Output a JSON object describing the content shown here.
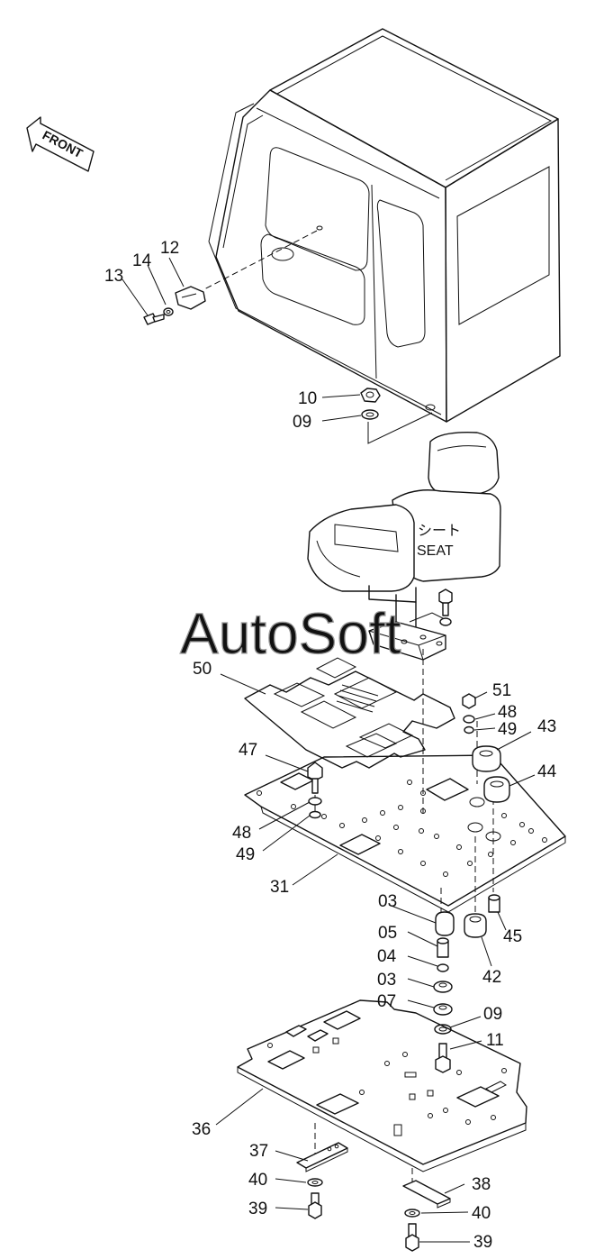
{
  "direction_arrow": {
    "label": "FRONT"
  },
  "seat": {
    "label_jp": "シート",
    "label_en": "SEAT"
  },
  "watermark": "AutoSoft",
  "parts": [
    {
      "id": "p12",
      "text": "12"
    },
    {
      "id": "p14",
      "text": "14"
    },
    {
      "id": "p13",
      "text": "13"
    },
    {
      "id": "p10",
      "text": "10"
    },
    {
      "id": "p09a",
      "text": "09"
    },
    {
      "id": "p50",
      "text": "50"
    },
    {
      "id": "p51",
      "text": "51"
    },
    {
      "id": "p48a",
      "text": "48"
    },
    {
      "id": "p49a",
      "text": "49"
    },
    {
      "id": "p43",
      "text": "43"
    },
    {
      "id": "p44",
      "text": "44"
    },
    {
      "id": "p47",
      "text": "47"
    },
    {
      "id": "p48b",
      "text": "48"
    },
    {
      "id": "p49b",
      "text": "49"
    },
    {
      "id": "p31",
      "text": "31"
    },
    {
      "id": "p03a",
      "text": "03"
    },
    {
      "id": "p05",
      "text": "05"
    },
    {
      "id": "p45",
      "text": "45"
    },
    {
      "id": "p04",
      "text": "04"
    },
    {
      "id": "p42",
      "text": "42"
    },
    {
      "id": "p03b",
      "text": "03"
    },
    {
      "id": "p07",
      "text": "07"
    },
    {
      "id": "p09b",
      "text": "09"
    },
    {
      "id": "p11",
      "text": "11"
    },
    {
      "id": "p36",
      "text": "36"
    },
    {
      "id": "p37",
      "text": "37"
    },
    {
      "id": "p38",
      "text": "38"
    },
    {
      "id": "p40a",
      "text": "40"
    },
    {
      "id": "p40b",
      "text": "40"
    },
    {
      "id": "p39a",
      "text": "39"
    },
    {
      "id": "p39b",
      "text": "39"
    }
  ]
}
